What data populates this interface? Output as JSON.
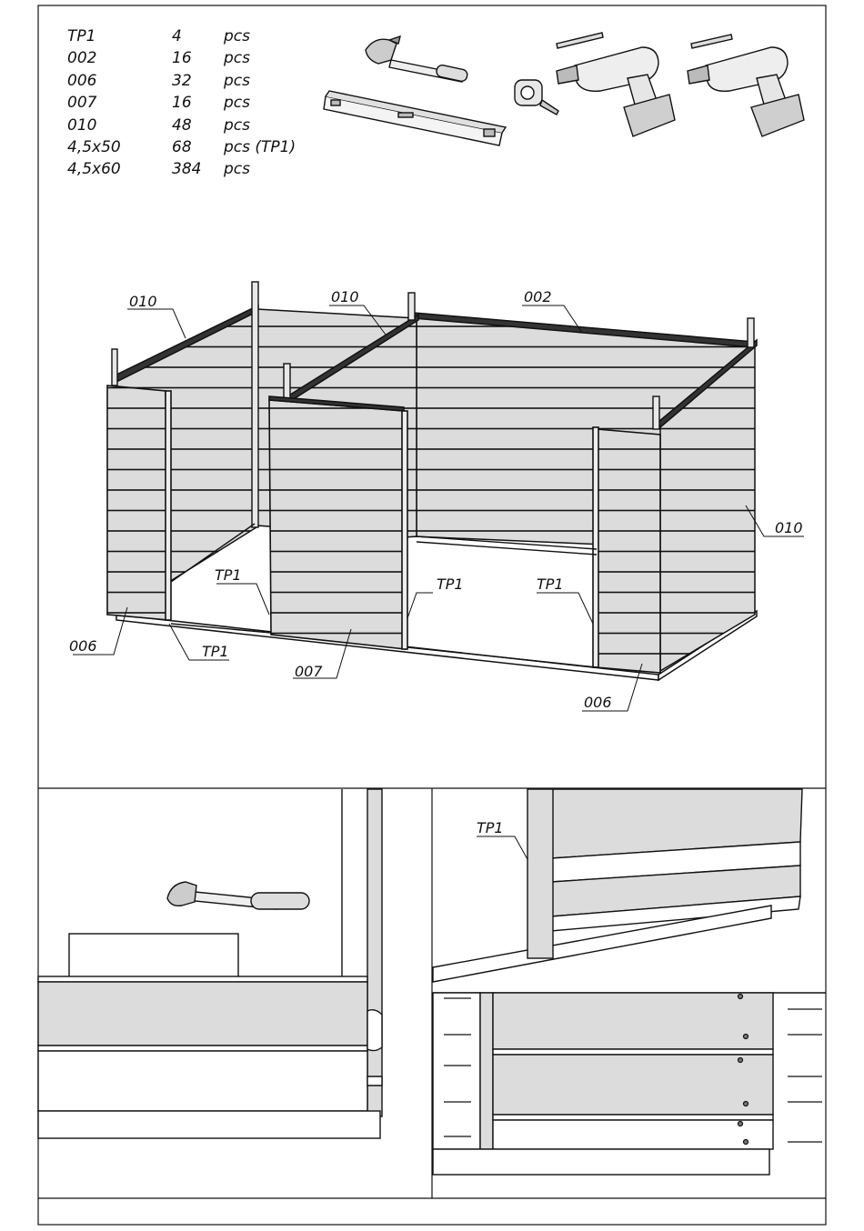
{
  "parts_list": [
    {
      "code": "TP1",
      "qty": "4",
      "unit": "pcs"
    },
    {
      "code": "002",
      "qty": "16",
      "unit": "pcs"
    },
    {
      "code": "006",
      "qty": "32",
      "unit": "pcs"
    },
    {
      "code": "007",
      "qty": "16",
      "unit": "pcs"
    },
    {
      "code": "010",
      "qty": "48",
      "unit": "pcs"
    },
    {
      "code": "4,5x50",
      "qty": "68",
      "unit": "pcs (TP1)"
    },
    {
      "code": "4,5x60",
      "qty": "384",
      "unit": "pcs"
    }
  ],
  "tools": [
    "hammer-icon",
    "spirit-level-icon",
    "tape-measure-icon",
    "drill-bit-icon",
    "cordless-drill-icon",
    "screwdriver-bit-icon",
    "cordless-screwdriver-icon"
  ],
  "callouts": {
    "wall_left": "010",
    "wall_middle": "010",
    "wall_back": "002",
    "wall_right": "010",
    "front_left": "006",
    "front_left_post": "TP1",
    "inner_post_left": "TP1",
    "front_middle": "007",
    "inner_post_middle": "TP1",
    "inner_post_right": "TP1",
    "front_right": "006",
    "detail_post": "TP1"
  },
  "colors": {
    "board": "#dcdcdc",
    "line": "#111111",
    "page": "#ffffff"
  }
}
